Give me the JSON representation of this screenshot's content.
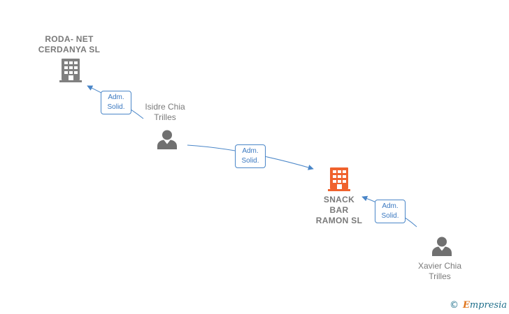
{
  "colors": {
    "company_gray": "#808080",
    "company_focus": "#f0622d",
    "person": "#707070",
    "edge": "#4a86c8",
    "label_text": "#7a7a7a"
  },
  "nodes": {
    "roda": {
      "type": "company",
      "icon": "building-icon",
      "lines": [
        "RODA- NET",
        "CERDANYA  SL"
      ]
    },
    "snack": {
      "type": "company",
      "icon": "building-icon",
      "focus": true,
      "lines": [
        "SNACK",
        "BAR",
        "RAMON  SL"
      ]
    },
    "isidre": {
      "type": "person",
      "icon": "person-icon",
      "lines": [
        "Isidre Chia",
        "Trilles"
      ]
    },
    "xavier": {
      "type": "person",
      "icon": "person-icon",
      "lines": [
        "Xavier Chia",
        "Trilles"
      ]
    }
  },
  "edges": [
    {
      "from": "isidre",
      "to": "roda",
      "label": [
        "Adm.",
        "Solid."
      ]
    },
    {
      "from": "isidre",
      "to": "snack",
      "label": [
        "Adm.",
        "Solid."
      ]
    },
    {
      "from": "xavier",
      "to": "snack",
      "label": [
        "Adm.",
        "Solid."
      ]
    }
  ],
  "watermark": {
    "copyright": "©",
    "brand_initial": "E",
    "brand_rest": "mpresia"
  }
}
